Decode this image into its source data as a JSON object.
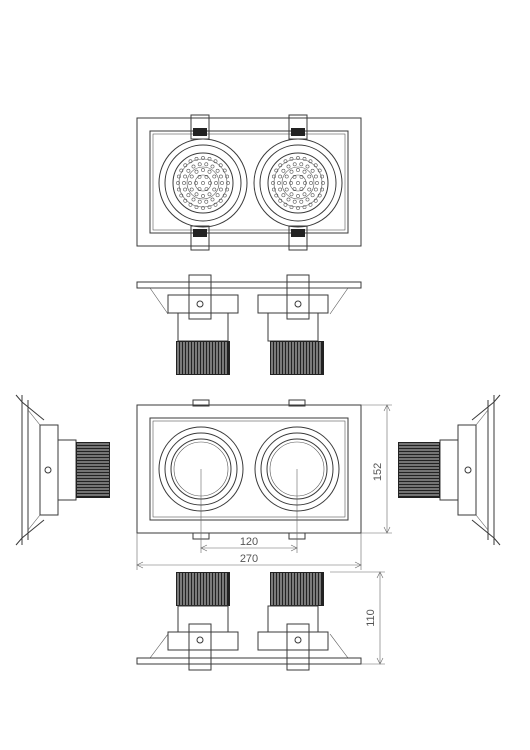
{
  "dimensions": {
    "height_label": "152",
    "spacing_label": "120",
    "width_label": "270",
    "depth_label": "110"
  },
  "colors": {
    "line": "#3a3a3a",
    "fill_dark": "#222222",
    "background": "#ffffff"
  }
}
